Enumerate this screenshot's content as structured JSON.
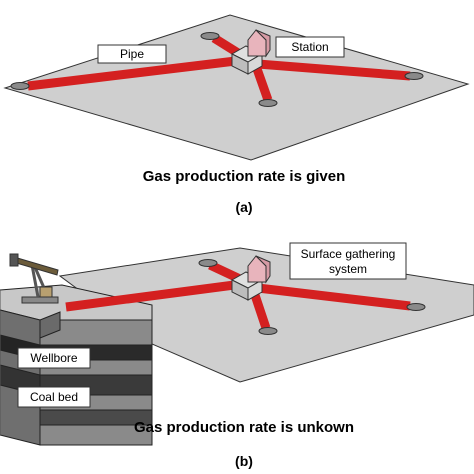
{
  "panel_a": {
    "labels": {
      "pipe": "Pipe",
      "station": "Station"
    },
    "caption": "Gas production rate is given",
    "sublabel": "(a)"
  },
  "panel_b": {
    "labels": {
      "surface_line1": "Surface gathering",
      "surface_line2": "system",
      "wellbore": "Wellbore",
      "coal_bed": "Coal bed"
    },
    "caption": "Gas production rate is unkown",
    "sublabel": "(b)"
  },
  "colors": {
    "plane_fill": "#cfcfcf",
    "plane_edge": "#333333",
    "pipe": "#d42020",
    "station": "#d9d9d9",
    "station_roof": "#e8b4bc",
    "well_hole": "#8a8a8a"
  }
}
